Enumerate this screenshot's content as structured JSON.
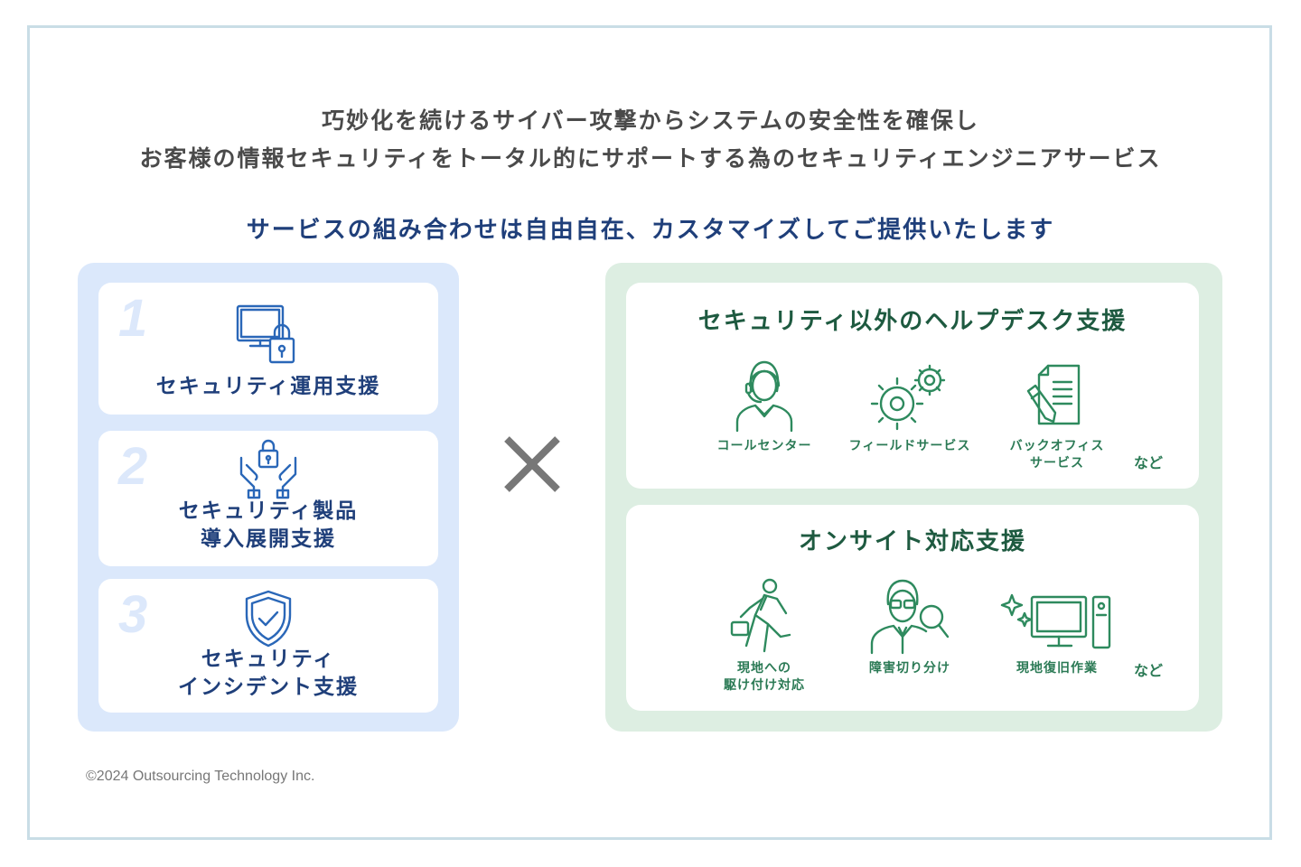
{
  "heading": {
    "line1": "巧妙化を続けるサイバー攻撃からシステムの安全性を確保し",
    "line2": "お客様の情報セキュリティをトータル的にサポートする為のセキュリティエンジニアサービス"
  },
  "lead": "サービスの組み合わせは自由自在、カスタマイズしてご提供いたします",
  "left": {
    "cards": [
      {
        "num": "1",
        "lines": [
          "セキュリティ運用支援"
        ],
        "icon": "monitor-lock-icon"
      },
      {
        "num": "2",
        "lines": [
          "セキュリティ製品",
          "導入展開支援"
        ],
        "icon": "hands-lock-icon"
      },
      {
        "num": "3",
        "lines": [
          "セキュリティ",
          "インシデント支援"
        ],
        "icon": "shield-check-icon"
      }
    ]
  },
  "operator": "×",
  "right": {
    "helpdesk": {
      "title": "セキュリティ以外のヘルプデスク支援",
      "items": [
        {
          "lines": [
            "コールセンター"
          ],
          "icon": "operator-headset-icon"
        },
        {
          "lines": [
            "フィールドサービス"
          ],
          "icon": "gears-icon"
        },
        {
          "lines": [
            "バックオフィス",
            "サービス"
          ],
          "icon": "document-pen-icon"
        }
      ],
      "etc": "など"
    },
    "onsite": {
      "title": "オンサイト対応支援",
      "items": [
        {
          "lines": [
            "現地への",
            "駆け付け対応"
          ],
          "icon": "running-person-icon"
        },
        {
          "lines": [
            "障害切り分け"
          ],
          "icon": "engineer-magnifier-icon"
        },
        {
          "lines": [
            "現地復旧作業"
          ],
          "icon": "desktop-pc-icon"
        }
      ],
      "etc": "など"
    }
  },
  "copyright": "©2024 Outsourcing Technology Inc.",
  "colors": {
    "blue": "#1f3f7a",
    "green": "#1e5a40",
    "left_bg": "#dbe8fb",
    "right_bg": "#ddeee2"
  }
}
